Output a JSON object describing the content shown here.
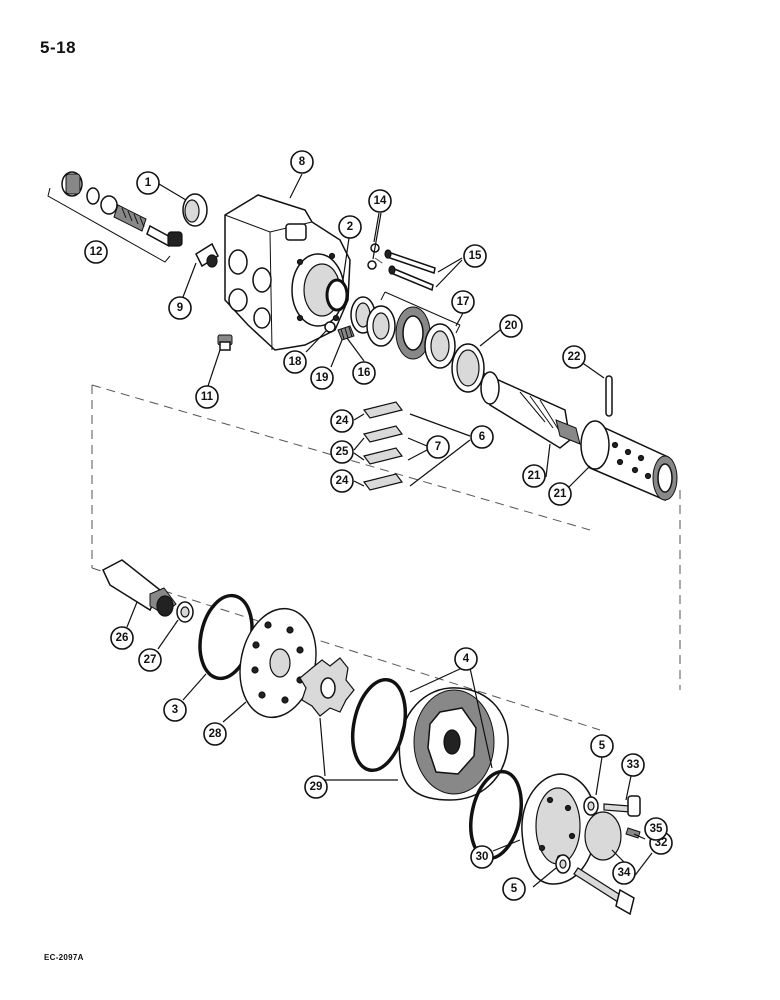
{
  "page_number": "5-18",
  "figure_code": "EC-2097A",
  "callouts": [
    {
      "label": "1"
    },
    {
      "label": "2"
    },
    {
      "label": "3"
    },
    {
      "label": "4"
    },
    {
      "label": "5"
    },
    {
      "label": "5"
    },
    {
      "label": "6"
    },
    {
      "label": "7"
    },
    {
      "label": "8"
    },
    {
      "label": "9"
    },
    {
      "label": "11"
    },
    {
      "label": "12"
    },
    {
      "label": "14"
    },
    {
      "label": "15"
    },
    {
      "label": "16"
    },
    {
      "label": "17"
    },
    {
      "label": "18"
    },
    {
      "label": "19"
    },
    {
      "label": "20"
    },
    {
      "label": "21"
    },
    {
      "label": "21"
    },
    {
      "label": "22"
    },
    {
      "label": "24"
    },
    {
      "label": "24"
    },
    {
      "label": "25"
    },
    {
      "label": "26"
    },
    {
      "label": "27"
    },
    {
      "label": "28"
    },
    {
      "label": "29"
    },
    {
      "label": "30"
    },
    {
      "label": "32"
    },
    {
      "label": "33"
    },
    {
      "label": "34"
    },
    {
      "label": "35"
    }
  ]
}
